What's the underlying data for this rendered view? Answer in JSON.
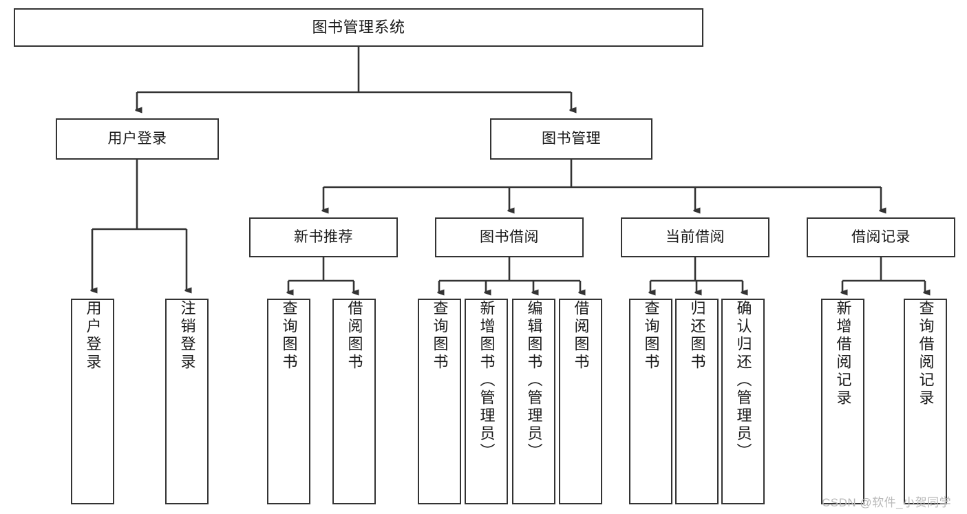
{
  "diagram": {
    "title": "图书管理系统",
    "type": "tree-hierarchy-chart",
    "colors": {
      "stroke": "#333333",
      "fill": "#ffffff",
      "text": "#1a1a1a",
      "watermark": "#b9b9b9"
    },
    "root": {
      "label": "图书管理系统"
    },
    "level2": [
      {
        "label": "用户登录"
      },
      {
        "label": "图书管理"
      }
    ],
    "level3": [
      {
        "label": "新书推荐"
      },
      {
        "label": "图书借阅"
      },
      {
        "label": "当前借阅"
      },
      {
        "label": "借阅记录"
      }
    ],
    "leaves": {
      "user_login": [
        {
          "label": "用户登录"
        },
        {
          "label": "注销登录"
        }
      ],
      "new_book_recommend": [
        {
          "label": "查询图书"
        },
        {
          "label": "借阅图书"
        }
      ],
      "book_borrow": [
        {
          "label": "查询图书"
        },
        {
          "label": "新增图书（管理员）"
        },
        {
          "label": "编辑图书（管理员）"
        },
        {
          "label": "借阅图书"
        }
      ],
      "current_borrow": [
        {
          "label": "查询图书"
        },
        {
          "label": "归还图书"
        },
        {
          "label": "确认归还（管理员）"
        }
      ],
      "borrow_record": [
        {
          "label": "新增借阅记录"
        },
        {
          "label": "查询借阅记录"
        }
      ]
    }
  },
  "watermark": {
    "text": "CSDN @软件_小贺同学"
  }
}
